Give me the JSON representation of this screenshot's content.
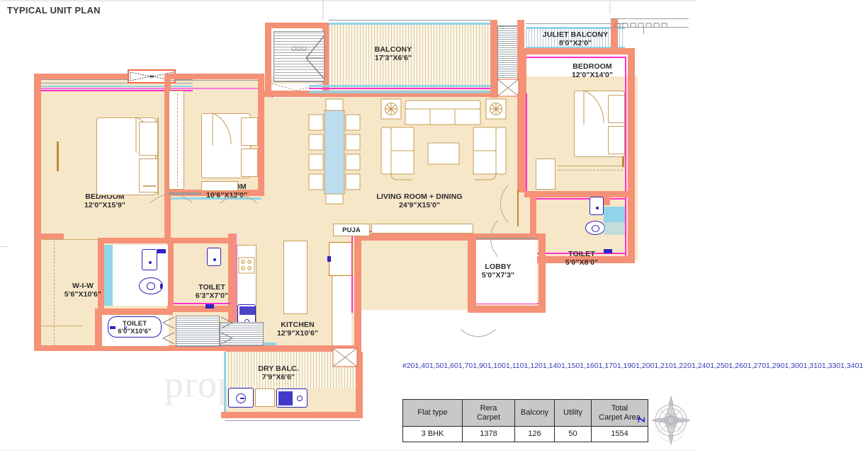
{
  "header": {
    "title": "TYPICAL UNIT PLAN"
  },
  "watermark": "property",
  "rooms": [
    {
      "id": "bedroom-left",
      "name": "BEDROOM",
      "dim": "12'0\"X15'9\""
    },
    {
      "id": "bedroom-mid",
      "name": "BEDROOM",
      "dim": "10'6\"X12'0\""
    },
    {
      "id": "bedroom-right",
      "name": "BEDROOM",
      "dim": "12'0\"X14'0\""
    },
    {
      "id": "living-dining",
      "name": "LIVING ROOM + DINING",
      "dim": "24'9\"X15'0\""
    },
    {
      "id": "balcony-main",
      "name": "BALCONY",
      "dim": "17'3\"X6'6\""
    },
    {
      "id": "juliet-balcony",
      "name": "JULIET BALCONY",
      "dim": "8'0\"X2'0\""
    },
    {
      "id": "toilet-right",
      "name": "TOILET",
      "dim": "5'0\"X8'0\""
    },
    {
      "id": "lobby",
      "name": "LOBBY",
      "dim": "5'0\"X7'3\""
    },
    {
      "id": "kitchen",
      "name": "KITCHEN",
      "dim": "12'9\"X10'6\""
    },
    {
      "id": "dry-balcony",
      "name": "DRY BALC.",
      "dim": "7'9\"X6'6\""
    },
    {
      "id": "toilet-common",
      "name": "TOILET",
      "dim": "6'0\"X10'6\""
    },
    {
      "id": "toilet-mid",
      "name": "TOILET",
      "dim": "6'3\"X7'0\""
    },
    {
      "id": "walk-in-wardrobe",
      "name": "W-I-W",
      "dim": "5'6\"X10'6\""
    },
    {
      "id": "puja",
      "name": "PUJA",
      "dim": ""
    },
    {
      "id": "odu",
      "name": "ODU",
      "dim": ""
    }
  ],
  "unit_numbers": "#201,401,501,601,701,901,1001,1101,1201,1401,1501,1601,1701,1901,2001,2101,2201,2401,2501,2601,2701,2901,3001,3101,3301,3401",
  "area_table": {
    "headers": [
      "Flat type",
      "Rera Carpet",
      "Balcony",
      "Utility",
      "Total Carpet Area"
    ],
    "headers_wrapped": [
      {
        "l1": "Flat type",
        "l2": ""
      },
      {
        "l1": "Rera",
        "l2": "Carpet"
      },
      {
        "l1": "Balcony",
        "l2": ""
      },
      {
        "l1": "Utility",
        "l2": ""
      },
      {
        "l1": "Total",
        "l2": "Carpet Area"
      }
    ],
    "rows": [
      [
        "3 BHK",
        "1378",
        "126",
        "50",
        "1554"
      ]
    ]
  },
  "compass": {
    "north_label": "Z"
  },
  "colors": {
    "wall": "#f59176",
    "wall_accent": "#ff2fd0",
    "room_fill": "#f7e7c9",
    "fixture": "#2a21b8",
    "furniture_outline": "#c69c56",
    "dining_table": "#bcdcf0",
    "table_header": "#c8c8c8",
    "unit_text": "#3b3bbb",
    "title_text": "#3a3a3a"
  }
}
